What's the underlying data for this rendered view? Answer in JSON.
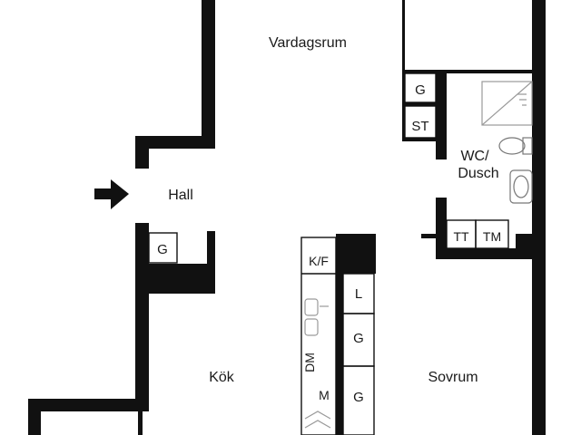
{
  "rooms": {
    "vardagsrum": "Vardagsrum",
    "hall": "Hall",
    "wc_line1": "WC/",
    "wc_line2": "Dusch",
    "kok": "Kök",
    "sovrum": "Sovrum"
  },
  "labels": {
    "g_top": "G",
    "st": "ST",
    "g_hall": "G",
    "tt": "TT",
    "tm": "TM",
    "kf": "K/F",
    "l": "L",
    "g_mid": "G",
    "g_low": "G",
    "dm": "DM",
    "m": "M"
  },
  "icons": {
    "entrance": "entrance-arrow-icon",
    "shower": "shower-icon",
    "toilet": "toilet-icon",
    "sink": "sink-icon",
    "kitchen_sink": "kitchen-sink-icon",
    "stove": "stove-icon"
  }
}
